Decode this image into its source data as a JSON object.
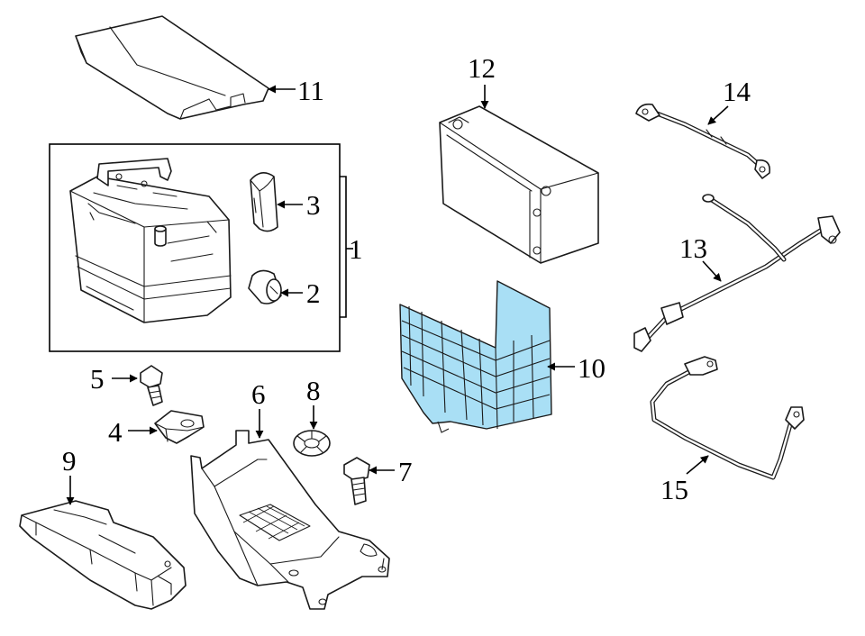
{
  "highlight_color": "#a9dff5",
  "callouts": {
    "c1": "1",
    "c2": "2",
    "c3": "3",
    "c4": "4",
    "c5": "5",
    "c6": "6",
    "c7": "7",
    "c8": "8",
    "c9": "9",
    "c10": "10",
    "c11": "11",
    "c12": "12",
    "c13": "13",
    "c14": "14",
    "c15": "15"
  }
}
